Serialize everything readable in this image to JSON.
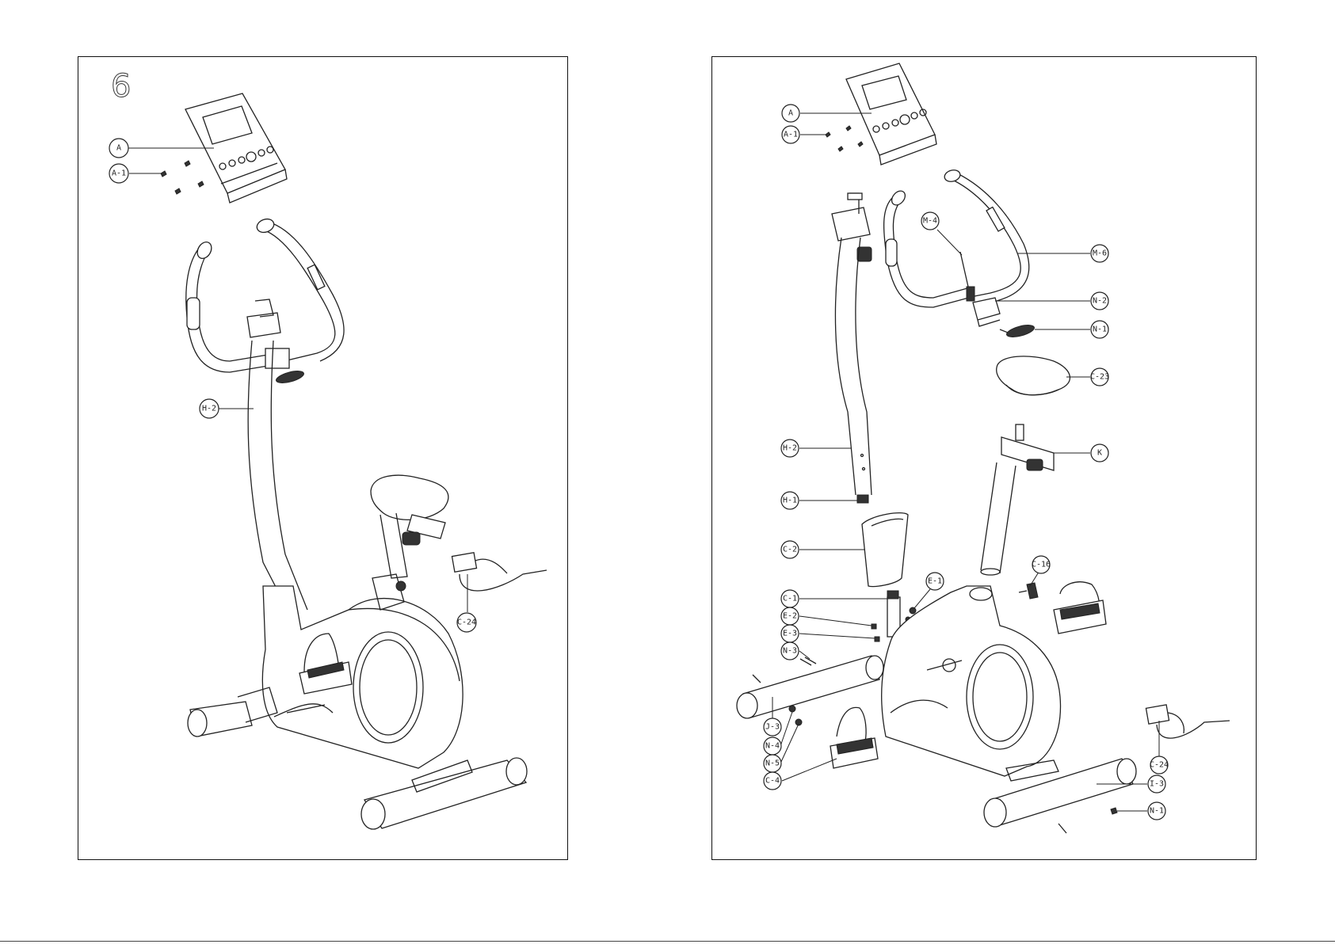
{
  "page": {
    "step_number": "6"
  },
  "left_panel": {
    "callouts": [
      "A",
      "A-1",
      "H-2",
      "C-24"
    ]
  },
  "right_panel": {
    "callouts": [
      "A",
      "A-1",
      "M-4",
      "M-6",
      "N-2",
      "N-1",
      "C-23",
      "K",
      "H-2",
      "H-1",
      "C-2",
      "C-1",
      "E-1",
      "E-2",
      "E-3",
      "N-3",
      "C-16",
      "J-3",
      "N-4",
      "N-5",
      "C-4",
      "C-24",
      "I-3",
      "N-1"
    ]
  },
  "colors": {
    "line": "#222222",
    "background": "#ffffff"
  }
}
